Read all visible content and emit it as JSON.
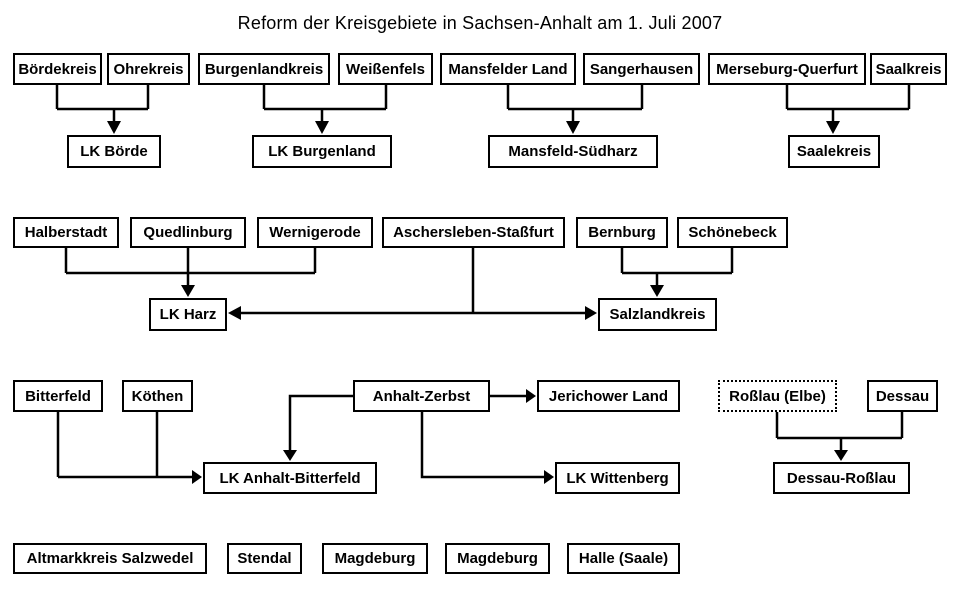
{
  "title": "Reform der Kreisgebiete in Sachsen-Anhalt am 1. Juli 2007",
  "colors": {
    "background": "#ffffff",
    "box_border": "#000000",
    "line": "#000000",
    "text": "#000000"
  },
  "nodes": {
    "boerdekreis": {
      "label": "Bördekreis"
    },
    "ohrekreis": {
      "label": "Ohrekreis"
    },
    "burgenlandkreis": {
      "label": "Burgenlandkreis"
    },
    "weissenfels": {
      "label": "Weißenfels"
    },
    "mansfelder_land": {
      "label": "Mansfelder Land"
    },
    "sangerhausen": {
      "label": "Sangerhausen"
    },
    "merseburg_querfurt": {
      "label": "Merseburg-Querfurt"
    },
    "saalkreis": {
      "label": "Saalkreis"
    },
    "lk_boerde": {
      "label": "LK Börde"
    },
    "lk_burgenland": {
      "label": "LK Burgenland"
    },
    "mansfeld_suedharz": {
      "label": "Mansfeld-Südharz"
    },
    "saalekreis": {
      "label": "Saalekreis"
    },
    "halberstadt": {
      "label": "Halberstadt"
    },
    "quedlinburg": {
      "label": "Quedlinburg"
    },
    "wernigerode": {
      "label": "Wernigerode"
    },
    "aschersleben_stassfurt": {
      "label": "Aschersleben-Staßfurt"
    },
    "bernburg": {
      "label": "Bernburg"
    },
    "schoenebeck": {
      "label": "Schönebeck"
    },
    "lk_harz": {
      "label": "LK Harz"
    },
    "salzlandkreis": {
      "label": "Salzlandkreis"
    },
    "bitterfeld": {
      "label": "Bitterfeld"
    },
    "koethen": {
      "label": "Köthen"
    },
    "anhalt_zerbst": {
      "label": "Anhalt-Zerbst"
    },
    "jerichower_land": {
      "label": "Jerichower Land"
    },
    "rosslau_elbe": {
      "label": "Roßlau (Elbe)",
      "border_style": "dotted"
    },
    "dessau": {
      "label": "Dessau"
    },
    "lk_anhalt_bitterfeld": {
      "label": "LK Anhalt-Bitterfeld"
    },
    "lk_wittenberg": {
      "label": "LK Wittenberg"
    },
    "dessau_rosslau": {
      "label": "Dessau-Roßlau"
    },
    "altmarkkreis_salzwedel": {
      "label": "Altmarkkreis Salzwedel"
    },
    "stendal": {
      "label": "Stendal"
    },
    "magdeburg_1": {
      "label": "Magdeburg"
    },
    "magdeburg_2": {
      "label": "Magdeburg"
    },
    "halle_saale": {
      "label": "Halle (Saale)"
    }
  },
  "edges": [
    {
      "from": [
        "Bördekreis",
        "Ohrekreis"
      ],
      "to": "LK Börde"
    },
    {
      "from": [
        "Burgenlandkreis",
        "Weißenfels"
      ],
      "to": "LK Burgenland"
    },
    {
      "from": [
        "Mansfelder Land",
        "Sangerhausen"
      ],
      "to": "Mansfeld-Südharz"
    },
    {
      "from": [
        "Merseburg-Querfurt",
        "Saalkreis"
      ],
      "to": "Saalekreis"
    },
    {
      "from": [
        "Halberstadt",
        "Quedlinburg",
        "Wernigerode",
        "Aschersleben-Staßfurt"
      ],
      "to": "LK Harz"
    },
    {
      "from": [
        "Aschersleben-Staßfurt",
        "Bernburg",
        "Schönebeck"
      ],
      "to": "Salzlandkreis"
    },
    {
      "from": [
        "Bitterfeld",
        "Köthen",
        "Anhalt-Zerbst"
      ],
      "to": "LK Anhalt-Bitterfeld"
    },
    {
      "from": [
        "Anhalt-Zerbst"
      ],
      "to": "Jerichower Land"
    },
    {
      "from": [
        "Anhalt-Zerbst"
      ],
      "to": "LK Wittenberg"
    },
    {
      "from": [
        "Roßlau (Elbe)",
        "Dessau"
      ],
      "to": "Dessau-Roßlau"
    }
  ],
  "unchanged_districts": [
    "Altmarkkreis Salzwedel",
    "Stendal",
    "Magdeburg",
    "Magdeburg",
    "Halle (Saale)"
  ]
}
